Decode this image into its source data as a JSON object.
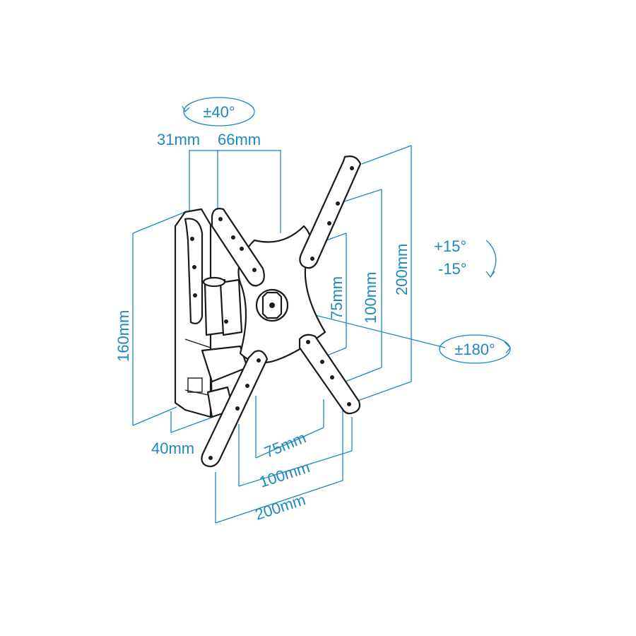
{
  "colors": {
    "dimension": "#1e88c0",
    "ink": "#1a1a1a",
    "background": "#ffffff"
  },
  "labels": {
    "swivel_angle": "±40°",
    "depth_min": "31mm",
    "depth_max": "66mm",
    "tilt_up": "+15°",
    "tilt_down": "-15°",
    "rotation": "±180°",
    "wall_plate_height": "160mm",
    "wall_plate_width": "40mm",
    "vesa_v75": "75mm",
    "vesa_v100": "100mm",
    "vesa_v200": "200mm",
    "vesa_h75": "75mm",
    "vesa_h100": "100mm",
    "vesa_h200": "200mm"
  },
  "icons": [
    "curved-arrow-icon",
    "rotation-ellipse-icon",
    "swivel-ellipse-icon"
  ]
}
